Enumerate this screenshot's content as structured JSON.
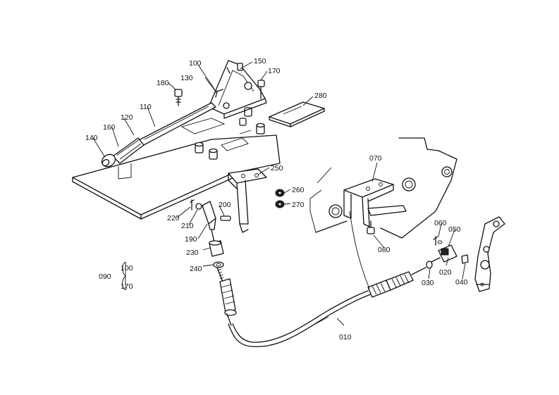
{
  "labels": {
    "p010": "010",
    "p020": "020",
    "p030": "030",
    "p040": "040",
    "p050": "050",
    "p060": "060",
    "p070": "070",
    "p080": "080",
    "p090": "090",
    "p100": "100",
    "p100b": "100",
    "p110": "110",
    "p120": "120",
    "p130": "130",
    "p140": "140",
    "p150": "150",
    "p160": "160",
    "p170": "170",
    "p170b": "170",
    "p180": "180",
    "p190": "190",
    "p200": "200",
    "p210": "210",
    "p220": "220",
    "p230": "230",
    "p240": "240",
    "p250": "250",
    "p260": "260",
    "p270": "270",
    "p280": "280"
  }
}
